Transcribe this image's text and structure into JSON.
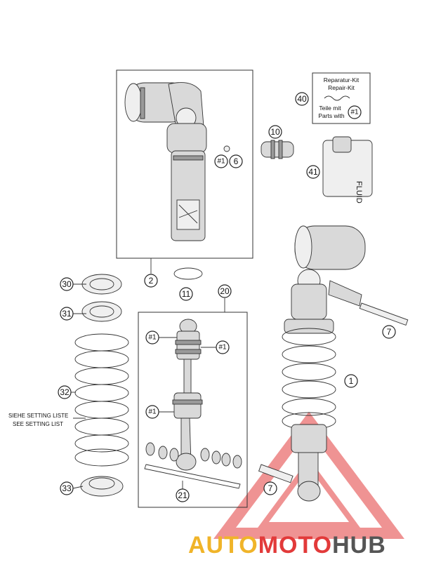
{
  "callouts": {
    "c1": "1",
    "c2": "2",
    "c6": "6",
    "c7a": "7",
    "c7b": "7",
    "c10": "10",
    "c11": "11",
    "c20": "20",
    "c21": "21",
    "c30": "30",
    "c31": "31",
    "c32": "32",
    "c33": "33",
    "c40": "40",
    "c41": "41",
    "h1a": "#1",
    "h1b": "#1",
    "h1c": "#1",
    "h1d": "#1",
    "h1e": "#1"
  },
  "kit_label": {
    "line1": "Reparatur-Kit",
    "line2": "Repair-Kit",
    "line3": "Teile mit",
    "line4": "Parts with"
  },
  "can_label": "FLUID",
  "setting_note": {
    "line1": "SIEHE SETTING LISTE",
    "line2": "SEE SETTING LIST"
  },
  "watermark": {
    "part1": "AUTO",
    "part2": "MOTO",
    "part3": "HUB",
    "color1": "#f0b429",
    "color2": "#e23a3a",
    "color3": "#555555"
  }
}
